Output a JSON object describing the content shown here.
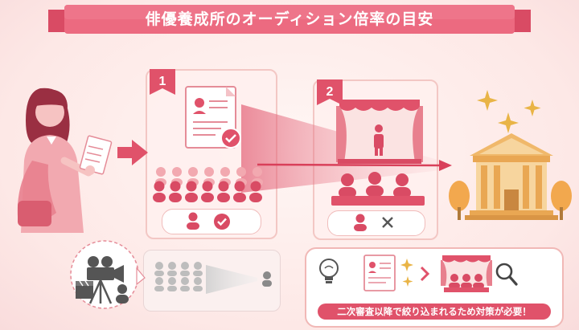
{
  "title": "俳優養成所のオーディション倍率の目安",
  "steps": [
    {
      "number": "1"
    },
    {
      "number": "2"
    }
  ],
  "note": "二次審査以降で絞り込まれるため対策が必要！",
  "colors": {
    "accent": "#e0526a",
    "accent_light": "#f2a9b0",
    "banner": "#e8617a",
    "building": "#f3c98a",
    "grey_person": "#bdbdbd"
  },
  "icons": [
    "person-icon",
    "check-icon",
    "cross-icon",
    "document-icon",
    "bulb-icon",
    "magnifier-icon",
    "camera-icon",
    "clapperboard-icon",
    "sparkle-icon",
    "building-icon",
    "tree-icon"
  ]
}
